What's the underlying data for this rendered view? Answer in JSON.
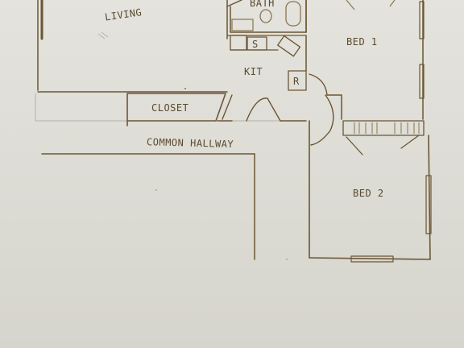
{
  "plan": {
    "rooms": {
      "living": "LIVING",
      "bath": "BATH",
      "bed1": "BED 1",
      "bed2": "BED 2",
      "kitchen": "KIT",
      "closet": "CLOSET",
      "hallway": "COMMON HALLWAY"
    },
    "appliances": {
      "stove": "S",
      "refrigerator": "R"
    }
  },
  "colors": {
    "paper": "#dcdbd4",
    "pencil": "#6b5633"
  }
}
